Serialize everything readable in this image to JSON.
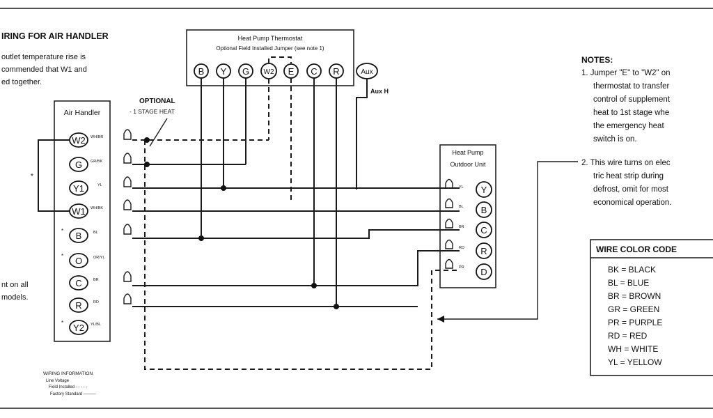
{
  "header": {
    "title": "IRING FOR AIR HANDLER",
    "note_lines": [
      "outlet temperature rise is",
      "commended that W1 and",
      "ed together."
    ],
    "left_note_lines": [
      "nt on all",
      "models."
    ]
  },
  "air_handler": {
    "label": "Air Handler",
    "terminals": [
      {
        "label": "W2",
        "color": "WH/BR",
        "mark": ""
      },
      {
        "label": "G",
        "color": "GR/BK",
        "mark": ""
      },
      {
        "label": "Y1",
        "color": "YL",
        "mark": ""
      },
      {
        "label": "W1",
        "color": "WH/BK",
        "mark": ""
      },
      {
        "label": "B",
        "color": "BL",
        "mark": "*"
      },
      {
        "label": "O",
        "color": "OR/YL",
        "mark": "*"
      },
      {
        "label": "C",
        "color": "BR",
        "mark": ""
      },
      {
        "label": "R",
        "color": "RD",
        "mark": ""
      },
      {
        "label": "Y2",
        "color": "YL/BL",
        "mark": "*"
      }
    ],
    "side_mark": "*"
  },
  "optional": {
    "title": "OPTIONAL",
    "subtitle": "- 1 STAGE HEAT"
  },
  "thermostat": {
    "title": "Heat Pump Thermostat",
    "subtitle": "Optional Field Installed Jumper (see note 1)",
    "terminals": [
      "B",
      "Y",
      "G",
      "W2",
      "E",
      "C",
      "R",
      "Aux"
    ],
    "aux_label": "Aux H"
  },
  "outdoor_unit": {
    "title_line1": "Heat Pump",
    "title_line2": "Outdoor Unit",
    "terminals": [
      {
        "label": "Y",
        "color": "YL"
      },
      {
        "label": "B",
        "color": "BL"
      },
      {
        "label": "C",
        "color": "BR"
      },
      {
        "label": "R",
        "color": "RD"
      },
      {
        "label": "D",
        "color": "PR"
      }
    ]
  },
  "notes": {
    "title": "NOTES:",
    "note1": [
      "1. Jumper \"E\" to \"W2\" on",
      "thermostat to transfer",
      "control of supplement",
      "heat to 1st stage whe",
      "the emergency heat",
      "switch is on."
    ],
    "note2": [
      "2. This wire turns on elec",
      "tric heat strip during",
      "defrost, omit for most",
      "economical operation."
    ]
  },
  "wire_color_code": {
    "title": "WIRE COLOR CODE",
    "entries": [
      "BK = BLACK",
      "BL = BLUE",
      "BR = BROWN",
      "GR = GREEN",
      "PR = PURPLE",
      "RD = RED",
      "WH = WHITE",
      "YL = YELLOW"
    ]
  },
  "wiring_info": {
    "title": "WIRING INFORMATION",
    "lines": [
      "Line Voltage",
      "Field Installed - - - - -",
      "Factory Standard ———"
    ]
  }
}
